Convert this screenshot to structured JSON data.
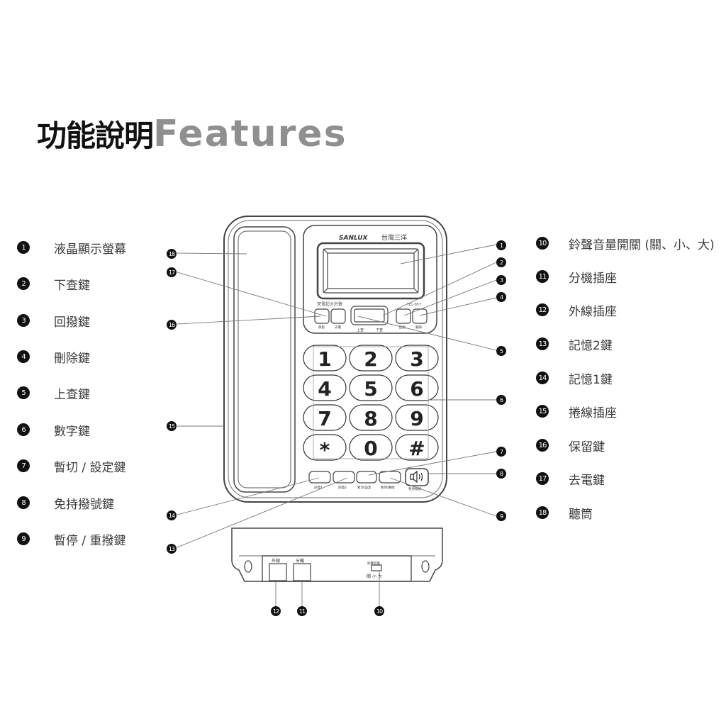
{
  "title": {
    "zh": "功能說明",
    "en": "Features"
  },
  "legend_left": [
    {
      "num": "1",
      "label": "液晶顯示螢幕"
    },
    {
      "num": "2",
      "label": "下查鍵"
    },
    {
      "num": "3",
      "label": "回撥鍵"
    },
    {
      "num": "4",
      "label": "刪除鍵"
    },
    {
      "num": "5",
      "label": "上查鍵"
    },
    {
      "num": "6",
      "label": "數字鍵"
    },
    {
      "num": "7",
      "label": "暫切 / 設定鍵"
    },
    {
      "num": "8",
      "label": "免持撥號鍵"
    },
    {
      "num": "9",
      "label": "暫停 / 重撥鍵"
    }
  ],
  "legend_right": [
    {
      "num": "10",
      "label": "鈴聲音量開關 (關、小、大)"
    },
    {
      "num": "11",
      "label": "分機插座"
    },
    {
      "num": "12",
      "label": "外線插座"
    },
    {
      "num": "13",
      "label": "記憶2鍵"
    },
    {
      "num": "14",
      "label": "記憶1鍵"
    },
    {
      "num": "15",
      "label": "捲線插座"
    },
    {
      "num": "16",
      "label": "保留鍵"
    },
    {
      "num": "17",
      "label": "去電鍵"
    },
    {
      "num": "18",
      "label": "聽筒"
    }
  ],
  "phone": {
    "brand": "SANLUX",
    "brand_zh": "台灣三洋",
    "model": "TEL-857",
    "caption": "來電超大鈴聲",
    "small_keys": {
      "hold": "保留",
      "outgoing": "去電",
      "up": "上查",
      "down": "下查",
      "redial_cb": "回撥",
      "delete": "刪除"
    },
    "keypad": [
      "1",
      "2",
      "3",
      "4",
      "5",
      "6",
      "7",
      "8",
      "9",
      "*",
      "0",
      "#"
    ],
    "bottom_keys": [
      "記憶1",
      "記憶2",
      "暫切/設定",
      "暫停/重撥"
    ],
    "speaker_label": "免持撥號",
    "back_labels": {
      "line": "外線",
      "ext": "分機",
      "ringer": "鈴聲音量",
      "ringer_opts": "關 小 大"
    }
  },
  "callouts": {
    "c1": "1",
    "c2": "2",
    "c3": "3",
    "c4": "4",
    "c5": "5",
    "c6": "6",
    "c7": "7",
    "c8": "8",
    "c9": "9",
    "c10": "10",
    "c11": "11",
    "c12": "12",
    "c13": "13",
    "c14": "14",
    "c15": "15",
    "c16": "16",
    "c17": "17",
    "c18": "18"
  }
}
